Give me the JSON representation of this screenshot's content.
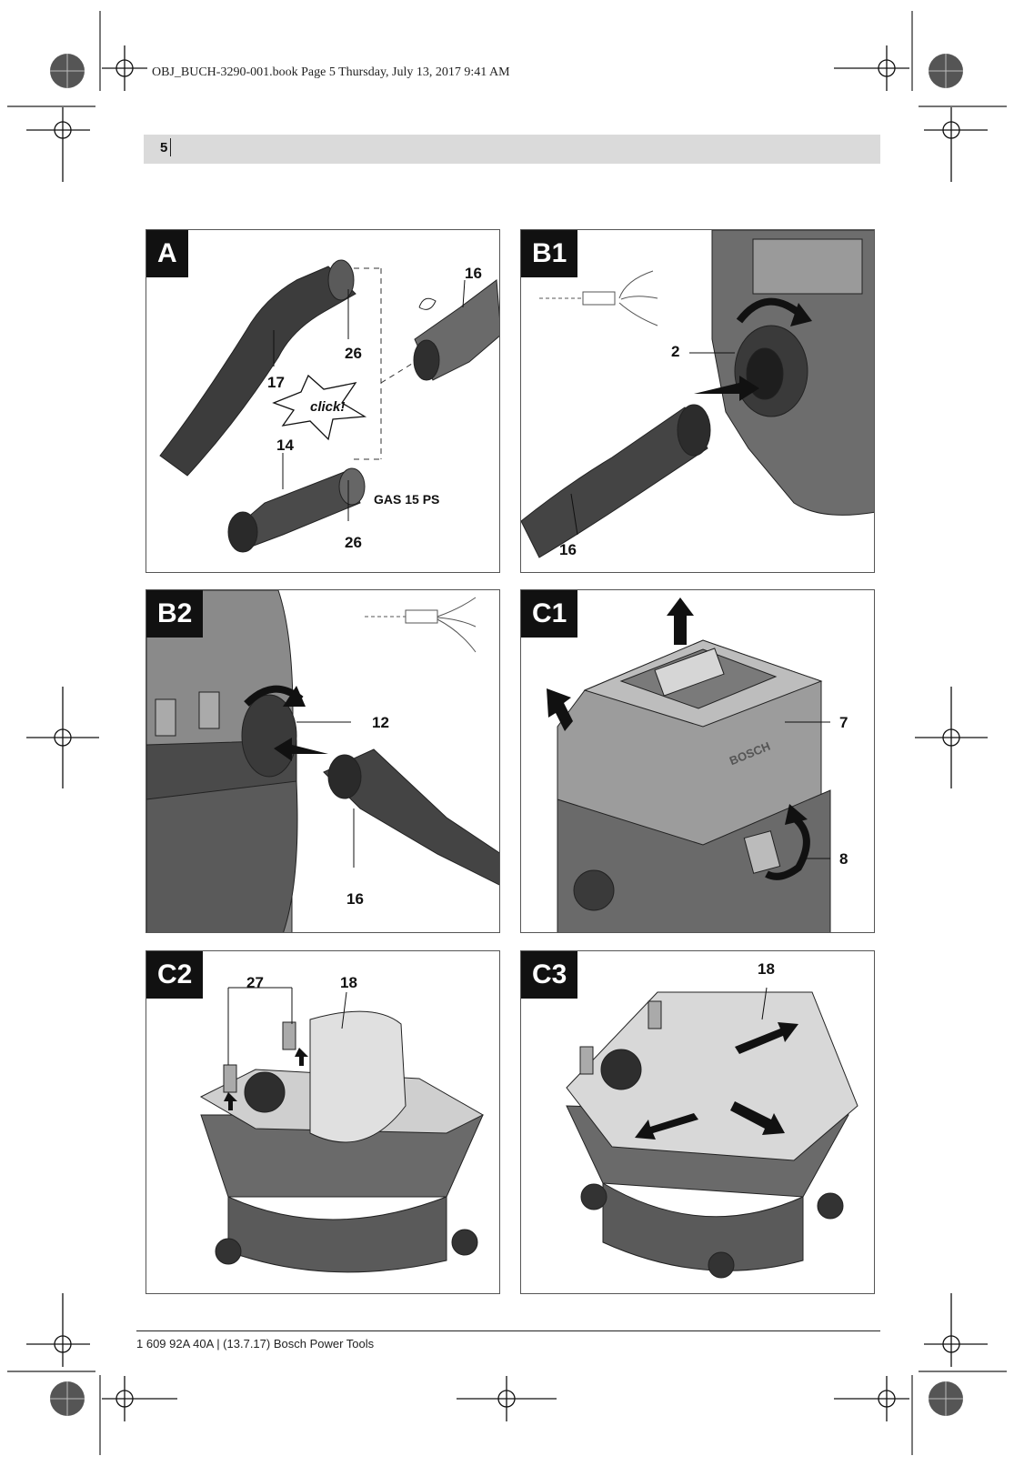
{
  "print_slug": "OBJ_BUCH-3290-001.book  Page 5  Thursday, July 13, 2017  9:41 AM",
  "page_number": "5",
  "footer": "1 609 92A 40A | (13.7.17) Bosch Power Tools",
  "panels": [
    {
      "id": "A",
      "callouts": [
        "16",
        "26",
        "17",
        "click!",
        "14",
        "26"
      ],
      "model": "GAS 15 PS"
    },
    {
      "id": "B1",
      "callouts": [
        "2",
        "16"
      ]
    },
    {
      "id": "B2",
      "callouts": [
        "12",
        "16"
      ]
    },
    {
      "id": "C1",
      "callouts": [
        "7",
        "8"
      ],
      "brand": "BOSCH"
    },
    {
      "id": "C2",
      "callouts": [
        "27",
        "18"
      ]
    },
    {
      "id": "C3",
      "callouts": [
        "18"
      ]
    }
  ],
  "colors": {
    "dark_gray": "#4a4a4a",
    "mid_gray": "#8a8a8a",
    "light_gray": "#cfcfcf",
    "tag_black": "#111111"
  }
}
